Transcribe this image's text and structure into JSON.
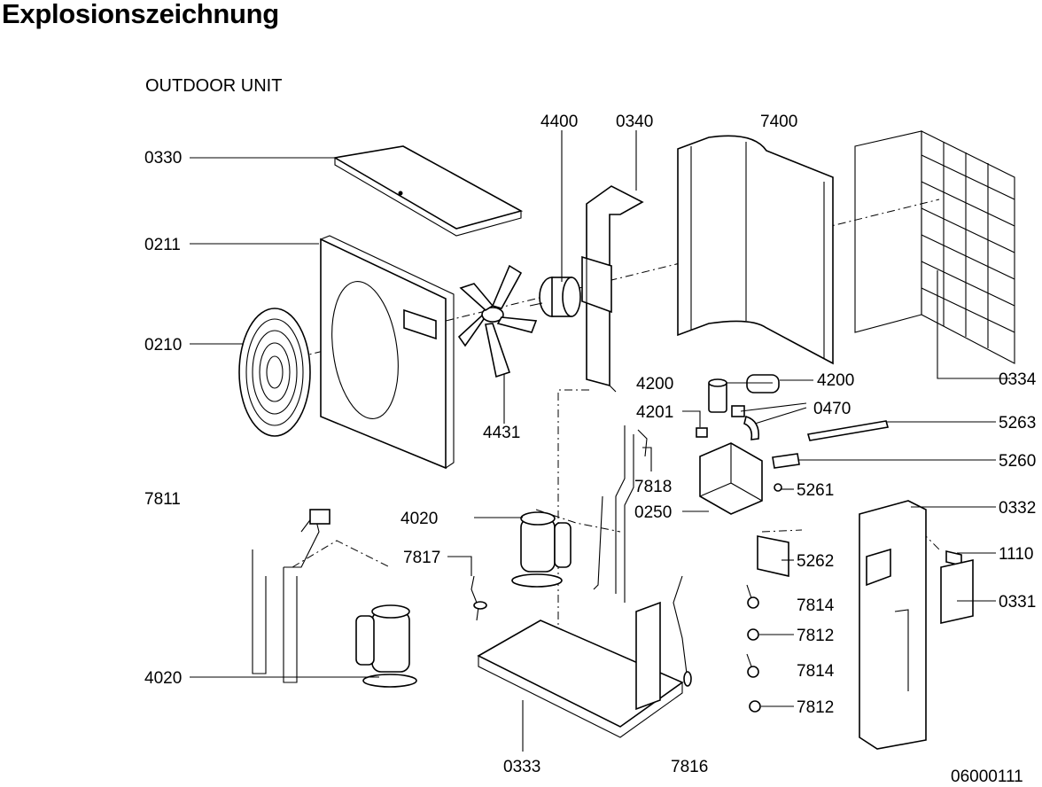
{
  "title": "Explosionszeichnung",
  "subtitle": "OUTDOOR UNIT",
  "document_number": "06000111",
  "labels": {
    "l0330": "0330",
    "l0211": "0211",
    "l0210": "0210",
    "l4400": "4400",
    "l0340": "0340",
    "l7400": "7400",
    "l4431": "4431",
    "l0334": "0334",
    "l4200a": "4200",
    "l4200b": "4200",
    "l4201": "4201",
    "l0470": "0470",
    "l5263": "5263",
    "l5260": "5260",
    "l7818": "7818",
    "l5261": "5261",
    "l7811": "7811",
    "l4020a": "4020",
    "l0250": "0250",
    "l0332": "0332",
    "l1110": "1110",
    "l7817": "7817",
    "l5262": "5262",
    "l0331": "0331",
    "l7814a": "7814",
    "l7812a": "7812",
    "l7814b": "7814",
    "l7812b": "7812",
    "l4020b": "4020",
    "l0333": "0333",
    "l7816": "7816"
  }
}
